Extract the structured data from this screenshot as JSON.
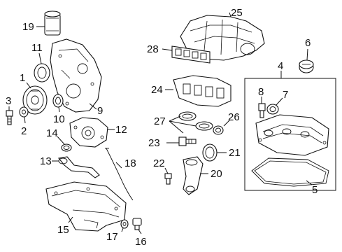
{
  "diagram": {
    "callouts": [
      {
        "id": "1",
        "text": "1"
      },
      {
        "id": "2",
        "text": "2"
      },
      {
        "id": "3",
        "text": "3"
      },
      {
        "id": "4",
        "text": "4"
      },
      {
        "id": "5",
        "text": "5"
      },
      {
        "id": "6",
        "text": "6"
      },
      {
        "id": "7",
        "text": "7"
      },
      {
        "id": "8",
        "text": "8"
      },
      {
        "id": "9",
        "text": "9"
      },
      {
        "id": "10",
        "text": "10"
      },
      {
        "id": "11",
        "text": "11"
      },
      {
        "id": "12",
        "text": "12"
      },
      {
        "id": "13",
        "text": "13"
      },
      {
        "id": "14",
        "text": "14"
      },
      {
        "id": "15",
        "text": "15"
      },
      {
        "id": "16",
        "text": "16"
      },
      {
        "id": "17",
        "text": "17"
      },
      {
        "id": "18",
        "text": "18"
      },
      {
        "id": "19",
        "text": "19"
      },
      {
        "id": "20",
        "text": "20"
      },
      {
        "id": "21",
        "text": "21"
      },
      {
        "id": "22",
        "text": "22"
      },
      {
        "id": "23",
        "text": "23"
      },
      {
        "id": "24",
        "text": "24"
      },
      {
        "id": "25",
        "text": "25"
      },
      {
        "id": "26",
        "text": "26"
      },
      {
        "id": "27",
        "text": "27"
      },
      {
        "id": "28",
        "text": "28"
      }
    ]
  }
}
